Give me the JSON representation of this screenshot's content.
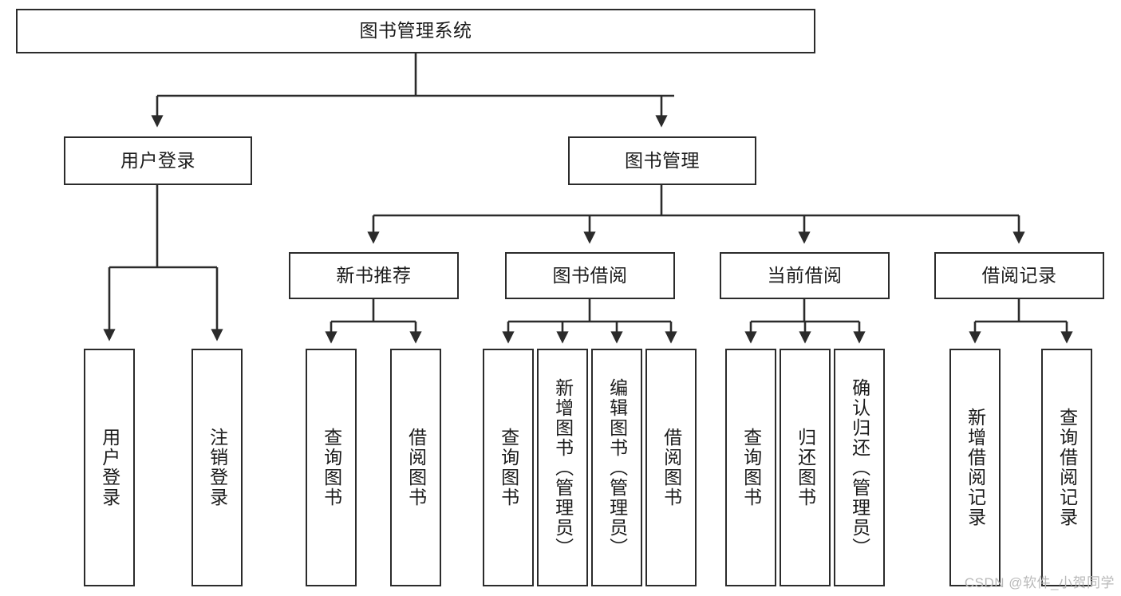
{
  "diagram": {
    "title": "图书管理系统",
    "type": "tree-hierarchy-diagram",
    "root": {
      "id": "root",
      "label": "图书管理系统"
    },
    "level2": [
      {
        "id": "user-login",
        "label": "用户登录"
      },
      {
        "id": "book-manage",
        "label": "图书管理"
      }
    ],
    "level3": [
      {
        "id": "new-book-rec",
        "label": "新书推荐"
      },
      {
        "id": "book-borrow",
        "label": "图书借阅"
      },
      {
        "id": "current-borrow",
        "label": "当前借阅"
      },
      {
        "id": "borrow-record",
        "label": "借阅记录"
      }
    ],
    "leaves": {
      "user_login": [
        {
          "id": "leaf-user-login",
          "label": "用户登录"
        },
        {
          "id": "leaf-logout-login",
          "label": "注销登录"
        }
      ],
      "new_book_rec": [
        {
          "id": "leaf-query-book-1",
          "label": "查询图书"
        },
        {
          "id": "leaf-borrow-book-1",
          "label": "借阅图书"
        }
      ],
      "book_borrow": [
        {
          "id": "leaf-query-book-2",
          "label": "查询图书"
        },
        {
          "id": "leaf-add-book",
          "label": "新增图书（管理员）"
        },
        {
          "id": "leaf-edit-book",
          "label": "编辑图书（管理员）"
        },
        {
          "id": "leaf-borrow-book-2",
          "label": "借阅图书"
        }
      ],
      "current_borrow": [
        {
          "id": "leaf-query-book-3",
          "label": "查询图书"
        },
        {
          "id": "leaf-return-book",
          "label": "归还图书"
        },
        {
          "id": "leaf-confirm-return",
          "label": "确认归还（管理员）"
        }
      ],
      "borrow_record": [
        {
          "id": "leaf-add-record",
          "label": "新增借阅记录"
        },
        {
          "id": "leaf-query-record",
          "label": "查询借阅记录"
        }
      ]
    }
  },
  "watermark": {
    "text": "CSDN @软件_小贺同学"
  },
  "colors": {
    "stroke": "#2b2b2b",
    "text": "#1b1b1b",
    "background": "#ffffff",
    "watermark": "#b9b9b9"
  }
}
